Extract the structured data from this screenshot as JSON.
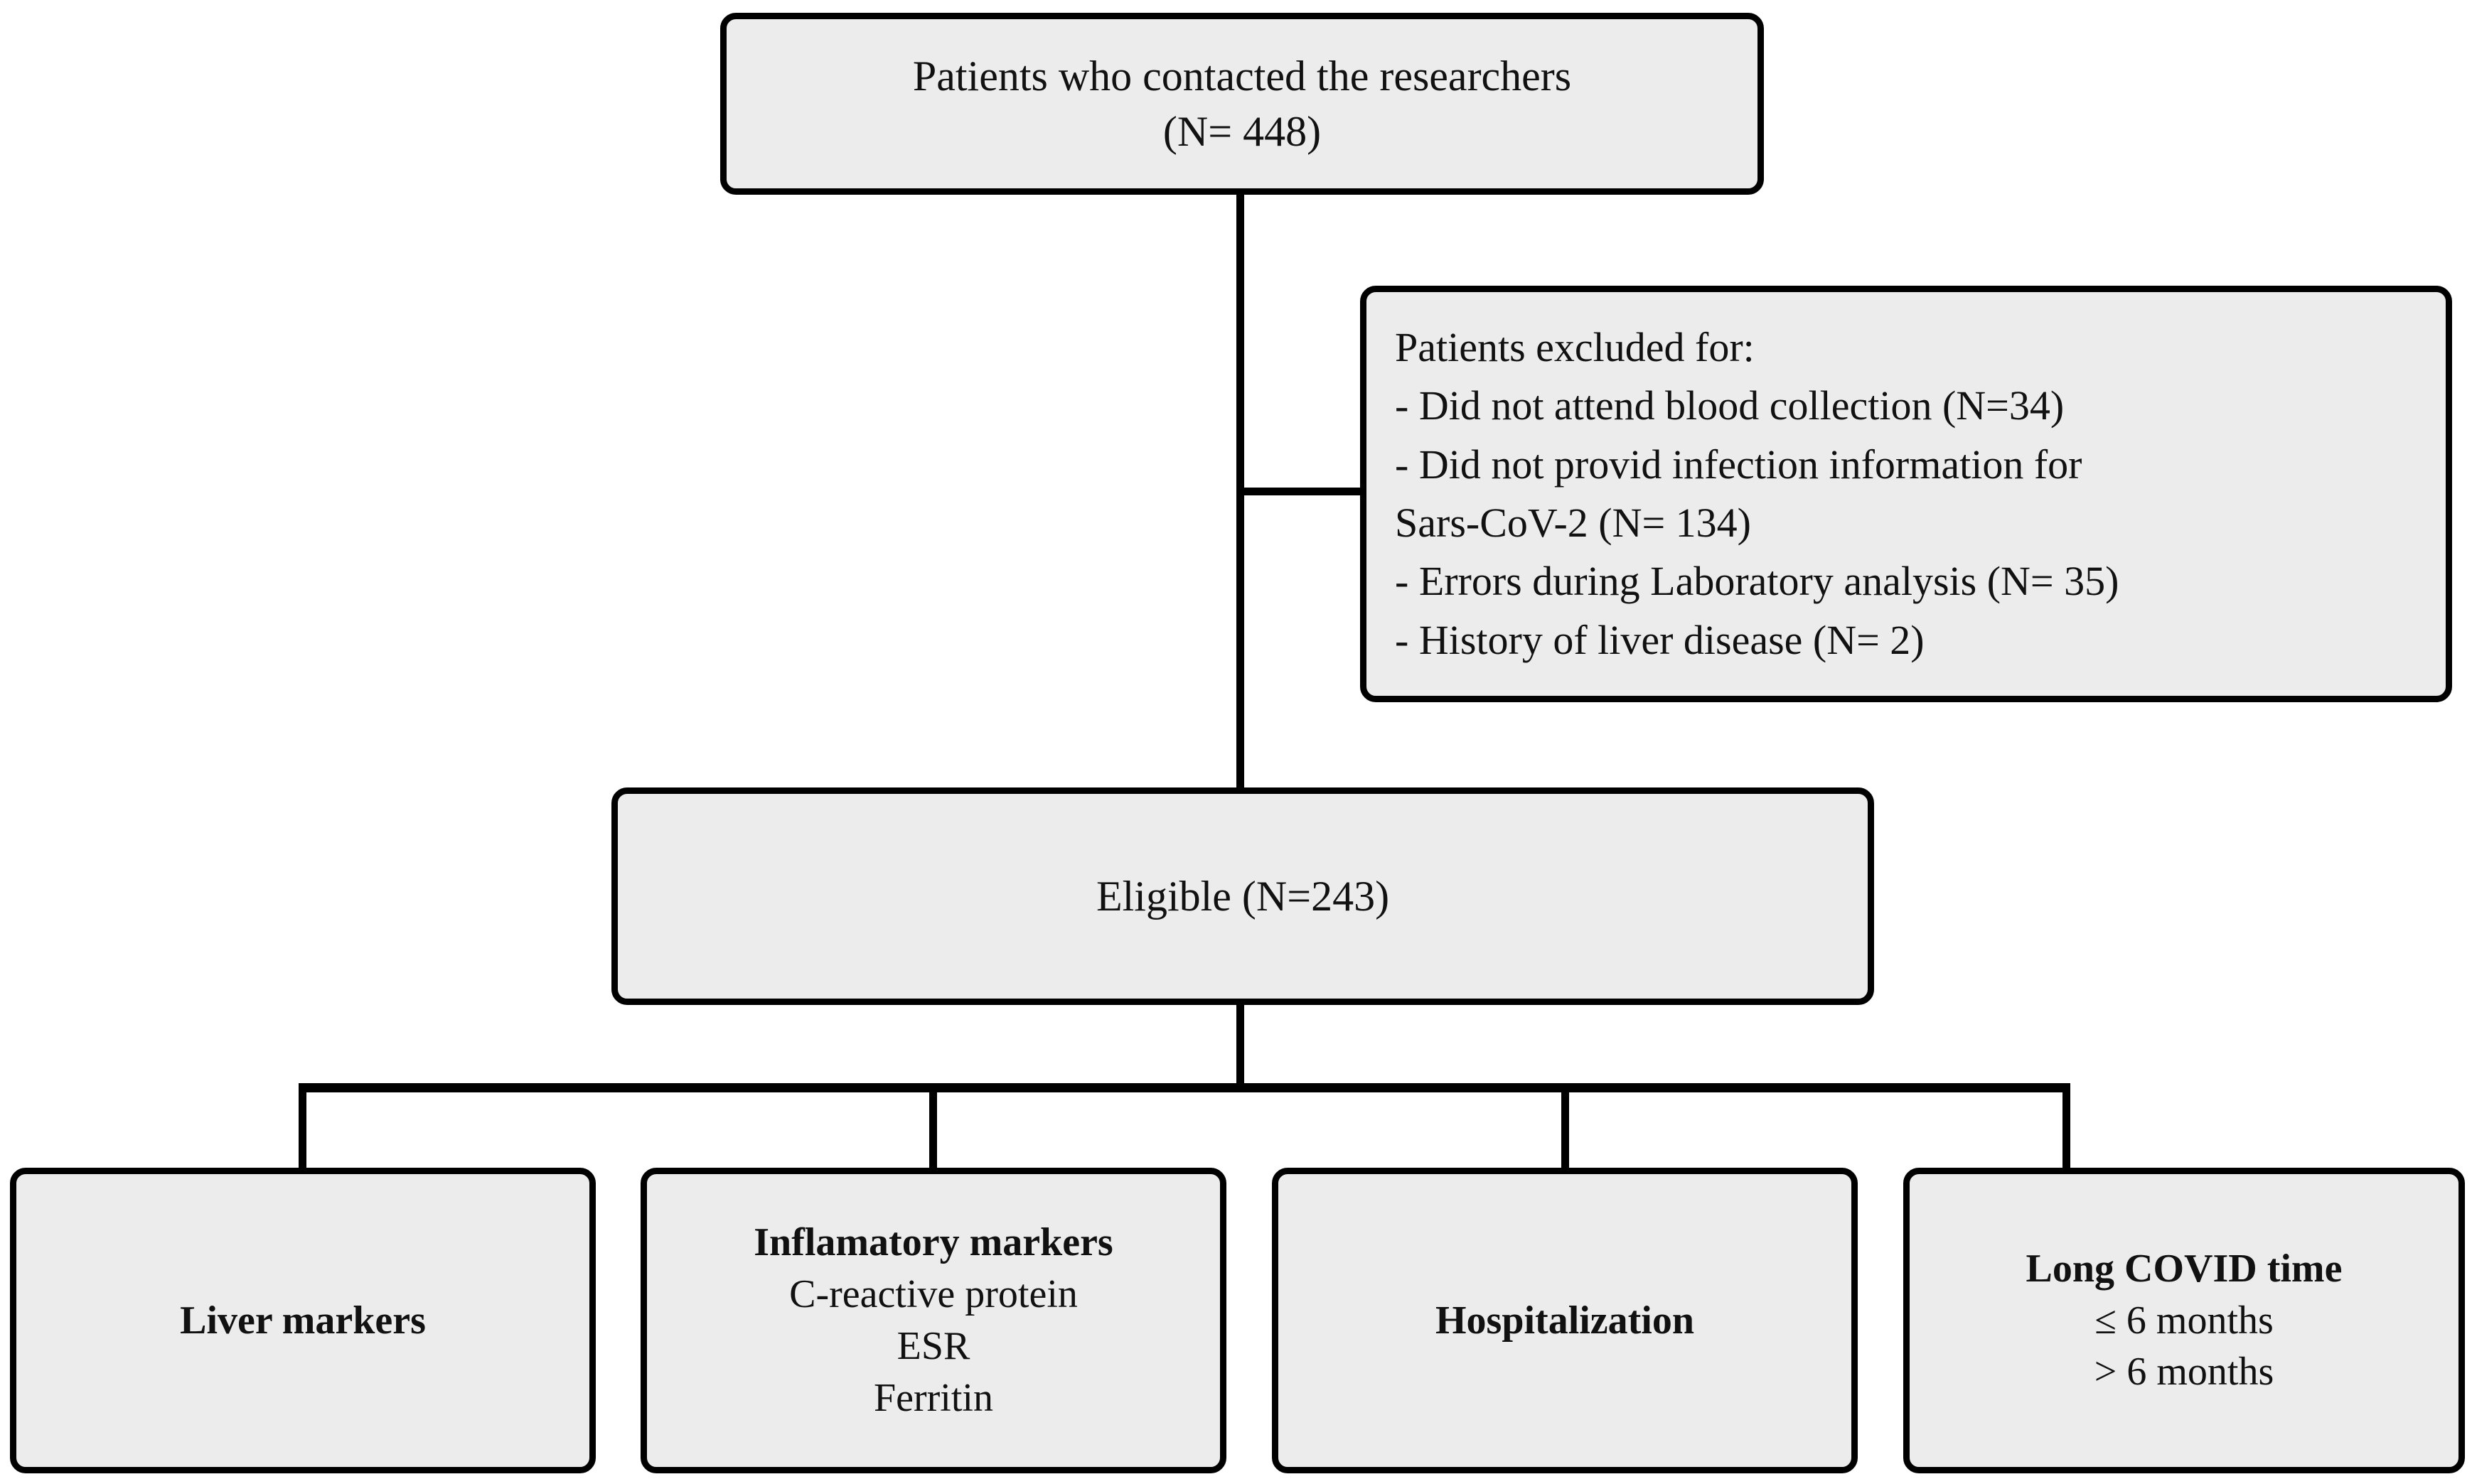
{
  "diagram": {
    "title": "Patient recruitment and analysis flowchart",
    "colors": {
      "box_fill": "#ececec",
      "box_border": "#000000",
      "connector": "#000000",
      "background": "#ffffff",
      "text": "#111111"
    },
    "nodes": {
      "contacted": {
        "line1": "Patients who contacted the researchers",
        "line2": "(N= 448)"
      },
      "excluded": {
        "heading": "Patients excluded for:",
        "item1": "- Did not attend blood collection (N=34)",
        "item2a": "- Did not provid infection information for",
        "item2b": "Sars-CoV-2 (N= 134)",
        "item3": "- Errors during Laboratory analysis (N= 35)",
        "item4": "- History of liver disease (N= 2)"
      },
      "eligible": {
        "line1": "Eligible (N=243)"
      },
      "liver_markers": {
        "title": "Liver markers"
      },
      "inflammatory_markers": {
        "title": "Inflamatory markers",
        "item1": "C-reactive protein",
        "item2": "ESR",
        "item3": "Ferritin"
      },
      "hospitalization": {
        "title": "Hospitalization"
      },
      "long_covid_time": {
        "title": "Long COVID time",
        "item1": "≤ 6 months",
        "item2": "> 6 months"
      }
    }
  }
}
